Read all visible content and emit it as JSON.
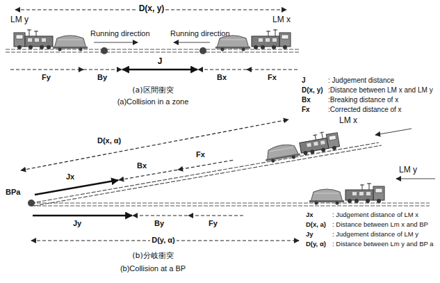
{
  "diagram": {
    "labels": [
      "D(x, y)",
      "LM y",
      "LM x",
      "Running direction",
      "Running direction",
      "J",
      "Fy",
      "By",
      "Bx",
      "Fx",
      "(a)区間衝突",
      "(a)Collision in a zone",
      "J",
      ": Judgement distance",
      "D(x, y)",
      ":Distance between LM x and LM y",
      "Bx",
      ":Breaking distance of x",
      "Fx",
      ":Corrected distance of x",
      "LM x",
      "D(x, α)",
      "Fx",
      "Bx",
      "Jx",
      "BPa",
      "LM y",
      "Jy",
      "By",
      "Fy",
      "D(y, α)",
      "(b)分岐衝突",
      "(b)Collision at a BP",
      "Jx",
      ": Judgement distance of LM x",
      "D(x, a)",
      ": Distance between Lm x and BP",
      "Jy",
      ": Judgement distance of LM y",
      "D(y, α)",
      ": Distance between Lm y and BP a"
    ]
  }
}
